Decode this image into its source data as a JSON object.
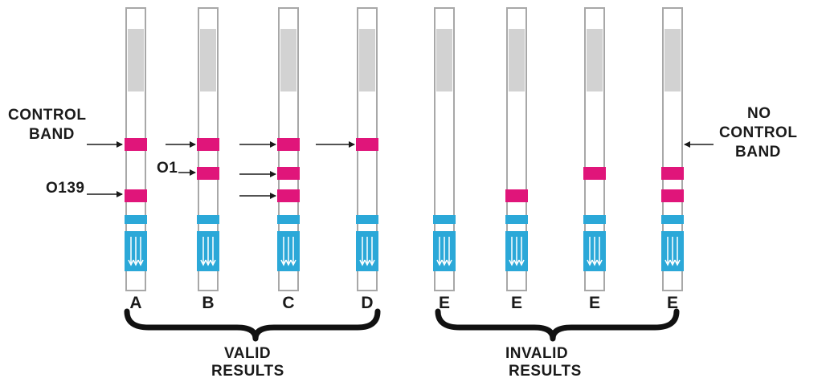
{
  "colors": {
    "band": "#e0157a",
    "absorbent": "#2ba8d8",
    "sample_pad": "#d2d2d2",
    "strip_outline": "#a8a8a8",
    "arrow": "#1a1a1a"
  },
  "labels": {
    "control_band_1": "CONTROL",
    "control_band_2": "BAND",
    "o139": "O139",
    "o1": "O1",
    "no_control_1": "NO",
    "no_control_2": "CONTROL",
    "no_control_3": "BAND",
    "valid_1": "VALID",
    "valid_2": "RESULTS",
    "invalid_1": "INVALID",
    "invalid_2": "RESULTS"
  },
  "strips": [
    {
      "label": "A",
      "bands": [
        "control",
        "o139"
      ]
    },
    {
      "label": "B",
      "bands": [
        "control",
        "o1"
      ]
    },
    {
      "label": "C",
      "bands": [
        "control",
        "o1",
        "o139"
      ]
    },
    {
      "label": "D",
      "bands": [
        "control"
      ]
    },
    {
      "label": "E",
      "bands": []
    },
    {
      "label": "E",
      "bands": [
        "o139"
      ]
    },
    {
      "label": "E",
      "bands": [
        "o1"
      ]
    },
    {
      "label": "E",
      "bands": [
        "o1",
        "o139"
      ]
    }
  ]
}
